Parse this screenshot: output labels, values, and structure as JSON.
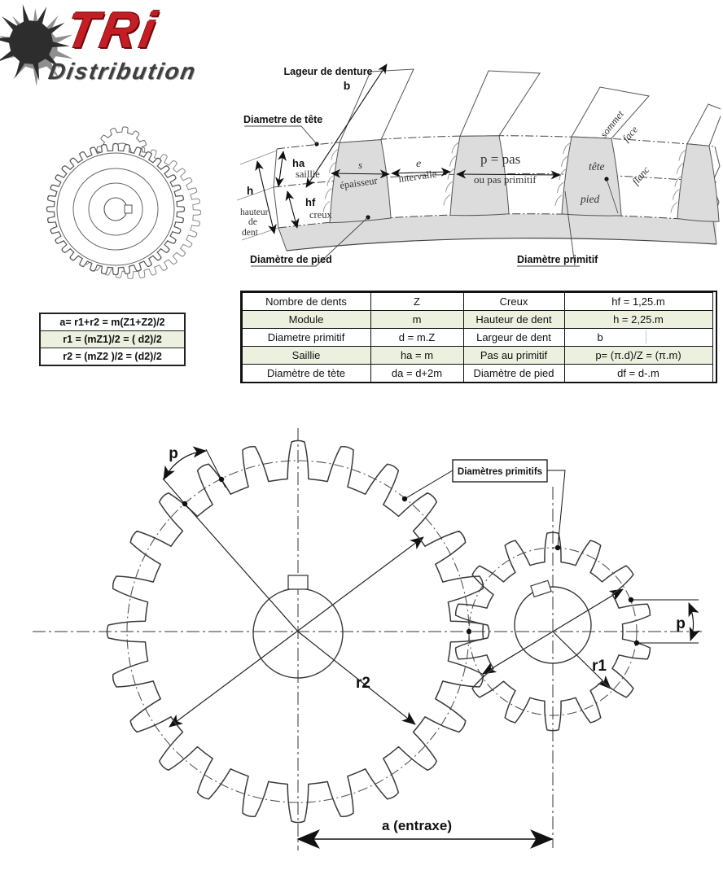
{
  "logo": {
    "brand": "TRi",
    "sub": "Distribution",
    "accent_color": "#c41e24",
    "dark_color": "#3e3e40"
  },
  "nomenclature": {
    "largeur_denture": "Lageur de denture",
    "b": "b",
    "diametre_tete": "Diametre de tête",
    "ha": "ha",
    "saillie": "saillie",
    "hf": "hf",
    "creux": "creux",
    "h": "h",
    "hauteur": "hauteur",
    "de": "de",
    "dent": "dent",
    "s": "s",
    "epaisseur": "épaisseur",
    "e": "e",
    "intervalle": "intervalle",
    "p_pas": "p = pas",
    "ou_pas_primitif": "ou pas primitif",
    "tete": "tête",
    "pied": "pied",
    "sommet": "sommet",
    "face": "face",
    "flanc": "flanc",
    "diametre_pied": "Diamètre de pied",
    "diametre_primitif": "Diamètre primitif"
  },
  "formulas": {
    "rows": [
      "a= r1+r2 = m(Z1+Z2)/2",
      "r1 = (mZ1)/2 = ( d2)/2",
      "r2 = (mZ2 )/2 =  (d2)/2"
    ]
  },
  "table": {
    "green_color": "#ebf1de",
    "rows": [
      [
        "Nombre de dents",
        "Z",
        "Creux",
        "hf = 1,25.m"
      ],
      [
        "Module",
        "m",
        "Hauteur de dent",
        "h = 2,25.m"
      ],
      [
        "Diametre primitif",
        "d = m.Z",
        "Largeur de dent",
        "b"
      ],
      [
        "Saillie",
        "ha = m",
        "Pas au primitif",
        "p= (π.d)/Z  = (π.m)"
      ],
      [
        "Diamètre de tète",
        "da = d+2m",
        "Diamètre de pied",
        "df = d-.m"
      ]
    ]
  },
  "gear_diagram": {
    "p_left": "p",
    "p_right": "p",
    "r1": "r1",
    "r2": "r2",
    "diametres_primitifs": "Diamètres primitifs",
    "entraxe": "a (entraxe)"
  }
}
